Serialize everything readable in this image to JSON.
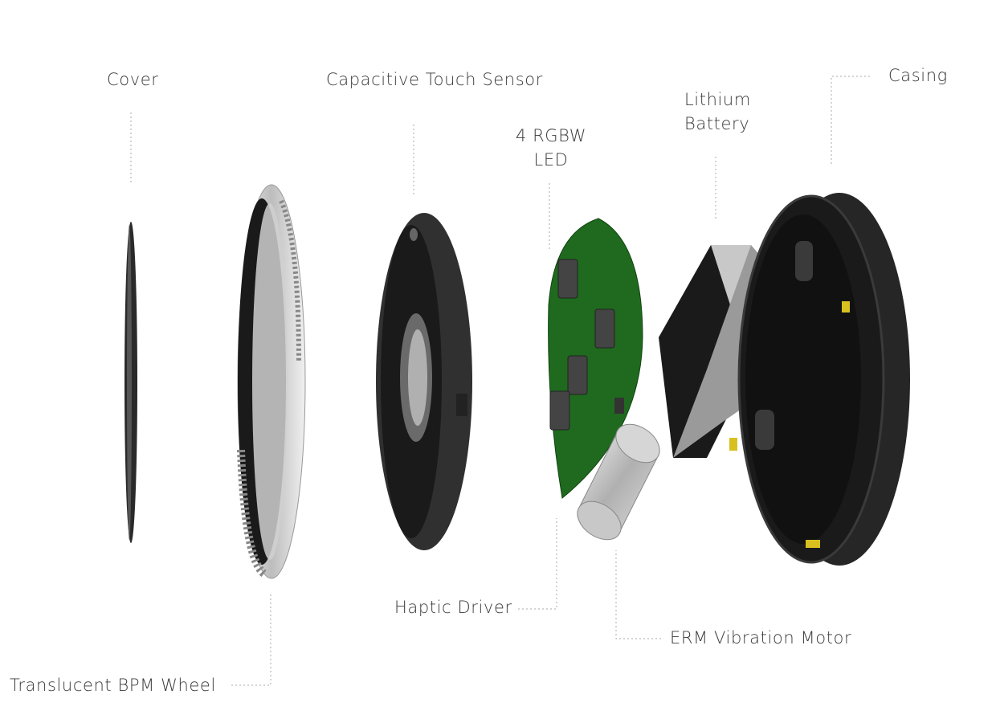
{
  "labels": {
    "cover": "Cover",
    "touch_sensor": "Capacitive Touch Sensor",
    "led_line1": "4 RGBW",
    "led_line2": "LED",
    "battery_line1": "Lithium",
    "battery_line2": "Battery",
    "casing": "Casing",
    "haptic_driver": "Haptic Driver",
    "erm_motor": "ERM Vibration Motor",
    "bpm_wheel": "Translucent BPM Wheel"
  },
  "colors": {
    "text": "#3a3a3a",
    "leader": "#aaaaaa",
    "pcb": "#1f6a1f",
    "dark_part": "#1c1c1c",
    "battery": "#9a9a9a",
    "connector": "#d8c020"
  }
}
